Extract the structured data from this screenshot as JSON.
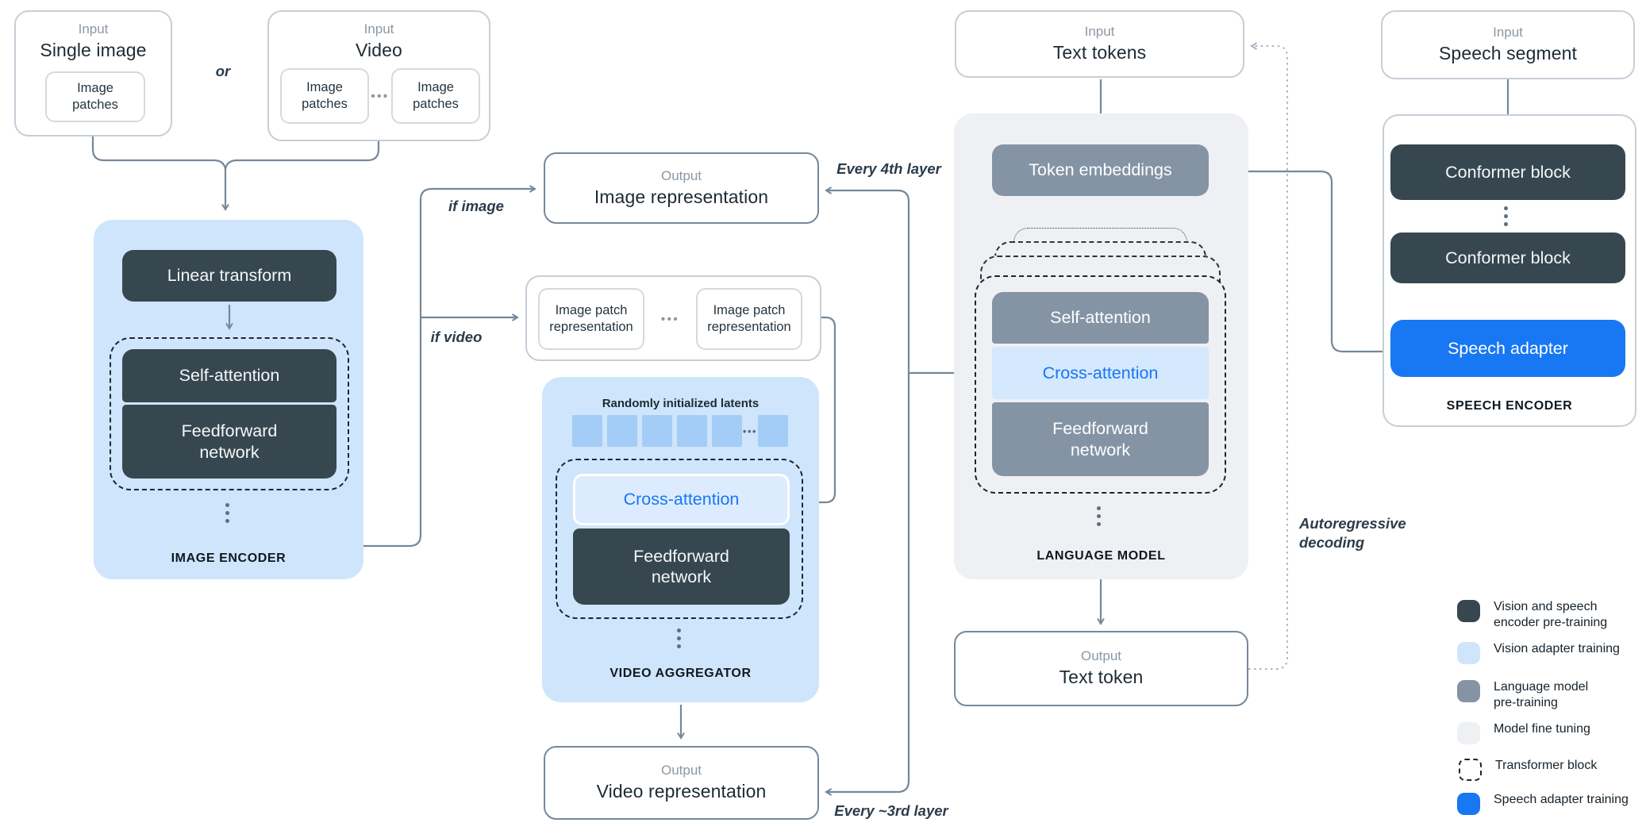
{
  "palette": {
    "dark": "#37474f",
    "slate": "#8494a5",
    "light-blue": "#cfe5fc",
    "lighter-blue": "#dcecfe",
    "cross-blue": "#d4e8fe",
    "panel-gray": "#eef0f3",
    "blue": "#1877f2",
    "line": "#76879a",
    "latent": "#a3ccf6",
    "text-dark": "#1c2b33",
    "text-gray": "#8c98a4",
    "border-light": "#c5ced8"
  },
  "inputs": {
    "single_image": {
      "kicker": "Input",
      "title": "Single image",
      "patch": "Image\npatches"
    },
    "or_label": "or",
    "video": {
      "kicker": "Input",
      "title": "Video",
      "patch_left": "Image\npatches",
      "dots": "•••",
      "patch_right": "Image\npatches"
    },
    "text_tokens": {
      "kicker": "Input",
      "title": "Text tokens"
    },
    "speech_segment": {
      "kicker": "Input",
      "title": "Speech segment"
    }
  },
  "image_encoder": {
    "linear_transform": "Linear transform",
    "self_attention": "Self-attention",
    "feedforward": "Feedforward\nnetwork",
    "label": "IMAGE ENCODER"
  },
  "patch_row": {
    "left": "Image patch\nrepresentation",
    "dots": "•••",
    "right": "Image patch\nrepresentation"
  },
  "video_aggregator": {
    "latents_label": "Randomly initialized latents",
    "latents_dots": "•••",
    "cross_attention": "Cross-attention",
    "feedforward": "Feedforward\nnetwork",
    "label": "VIDEO AGGREGATOR"
  },
  "language_model": {
    "token_embeddings": "Token embeddings",
    "self_attention": "Self-attention",
    "cross_attention": "Cross-attention",
    "feedforward": "Feedforward\nnetwork",
    "label": "LANGUAGE MODEL"
  },
  "speech_encoder": {
    "conformer_top": "Conformer block",
    "conformer_bottom": "Conformer block",
    "speech_adapter": "Speech adapter",
    "label": "SPEECH ENCODER"
  },
  "outputs": {
    "image_representation": {
      "kicker": "Output",
      "title": "Image representation"
    },
    "video_representation": {
      "kicker": "Output",
      "title": "Video representation"
    },
    "text_token": {
      "kicker": "Output",
      "title": "Text token"
    }
  },
  "annotations": {
    "if_image": "if image",
    "if_video": "if video",
    "every_4th_layer": "Every 4th layer",
    "every_3rd_layer": "Every ~3rd layer",
    "autoregressive": {
      "lines": [
        "Autoregressive",
        "decoding"
      ]
    }
  },
  "legend": {
    "items": [
      {
        "swatch": "dark",
        "lines": [
          "Vision and speech",
          "encoder pre-training"
        ]
      },
      {
        "swatch": "light-blue",
        "lines": [
          "Vision adapter training"
        ]
      },
      {
        "swatch": "slate",
        "lines": [
          "Language model",
          "pre-training"
        ]
      },
      {
        "swatch": "panel-gray",
        "lines": [
          "Model fine tuning"
        ]
      },
      {
        "swatch": "dashed",
        "lines": [
          "Transformer block"
        ]
      },
      {
        "swatch": "blue",
        "lines": [
          "Speech adapter training"
        ]
      }
    ]
  }
}
